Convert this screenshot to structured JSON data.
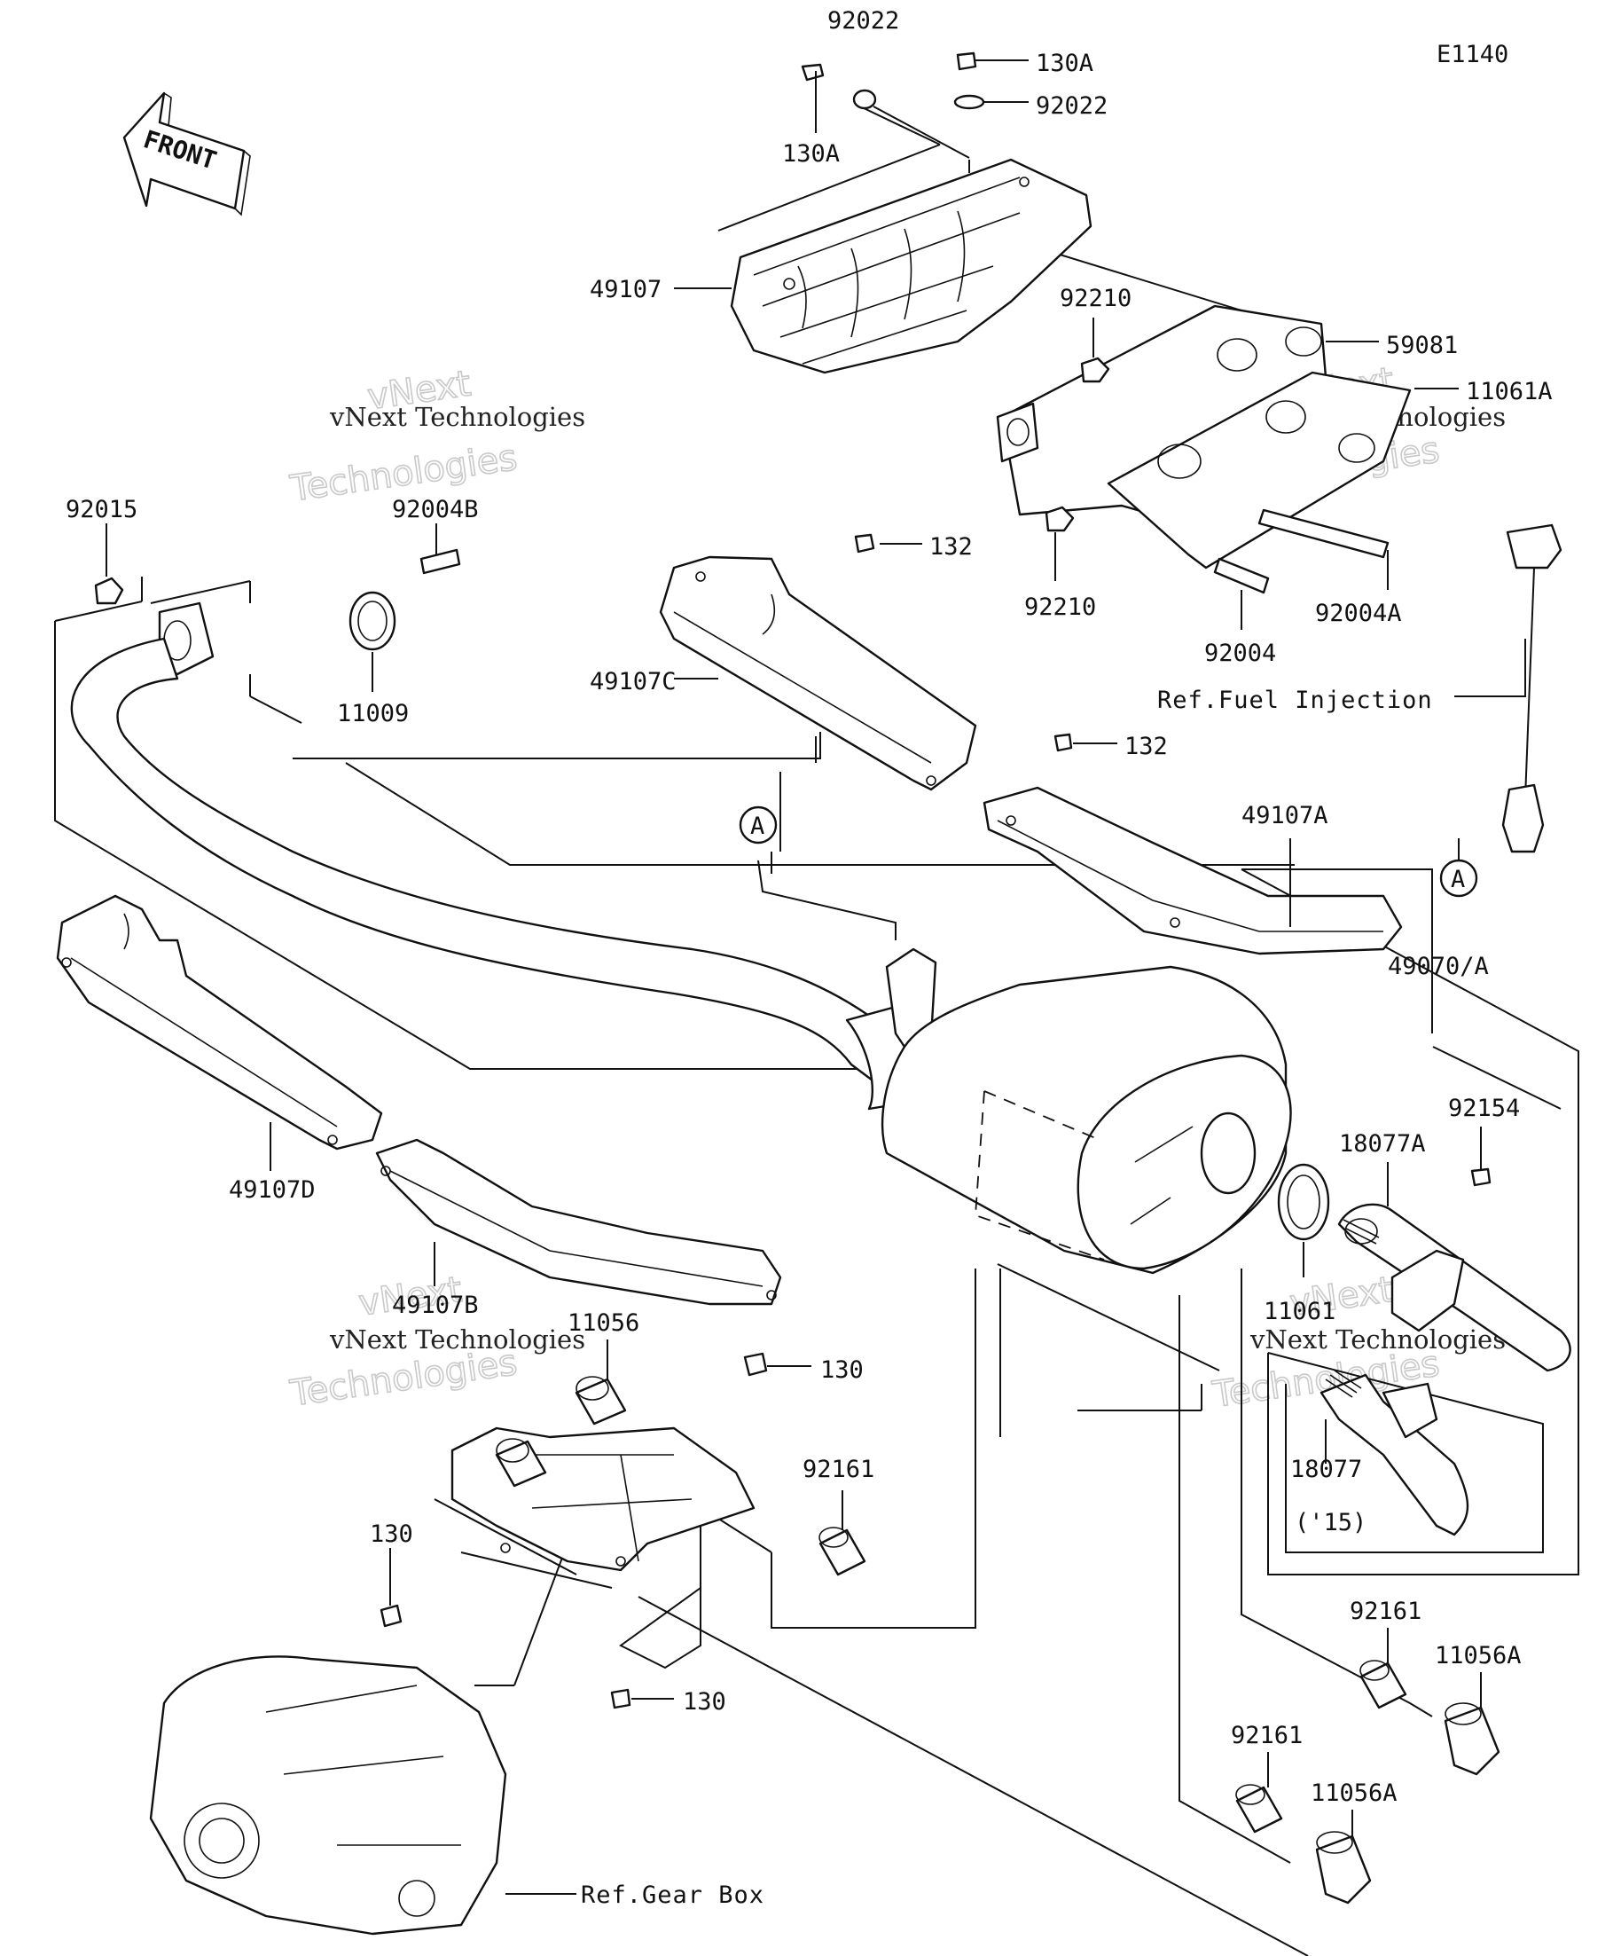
{
  "diagram_code": "E1140",
  "front_arrow": {
    "text": "FRONT"
  },
  "callouts": {
    "c92022_top": "92022",
    "c130A_right": "130A",
    "c92022_right": "92022",
    "c130A_left": "130A",
    "c49107": "49107",
    "c92210_top": "92210",
    "c59081": "59081",
    "c11061A": "11061A",
    "c92015": "92015",
    "c92004B": "92004B",
    "c132_top": "132",
    "c92210_bottom": "92210",
    "c92004A": "92004A",
    "c92004": "92004",
    "c11009": "11009",
    "c49107C": "49107C",
    "c132_mid": "132",
    "c49107A": "49107A",
    "c49070A": "49070/A",
    "c92154": "92154",
    "c18077A": "18077A",
    "c11061": "11061",
    "c49107D": "49107D",
    "c49107B": "49107B",
    "c11056": "11056",
    "c130_top": "130",
    "c92161_center": "92161",
    "c130_left": "130",
    "c130_bottom": "130",
    "c18077": "18077",
    "c15": "('15)",
    "c92161_right": "92161",
    "c11056A_right": "11056A",
    "c92161_low": "92161",
    "c11056A_low": "11056A"
  },
  "references": {
    "fuel_injection": "Ref.Fuel Injection",
    "gear_box": "Ref.Gear Box"
  },
  "markers": {
    "a_left": "A",
    "a_right": "A"
  },
  "watermark": {
    "brand_line1": "vNext",
    "brand_line2": "Technologies",
    "caption": "vNext Technologies"
  }
}
